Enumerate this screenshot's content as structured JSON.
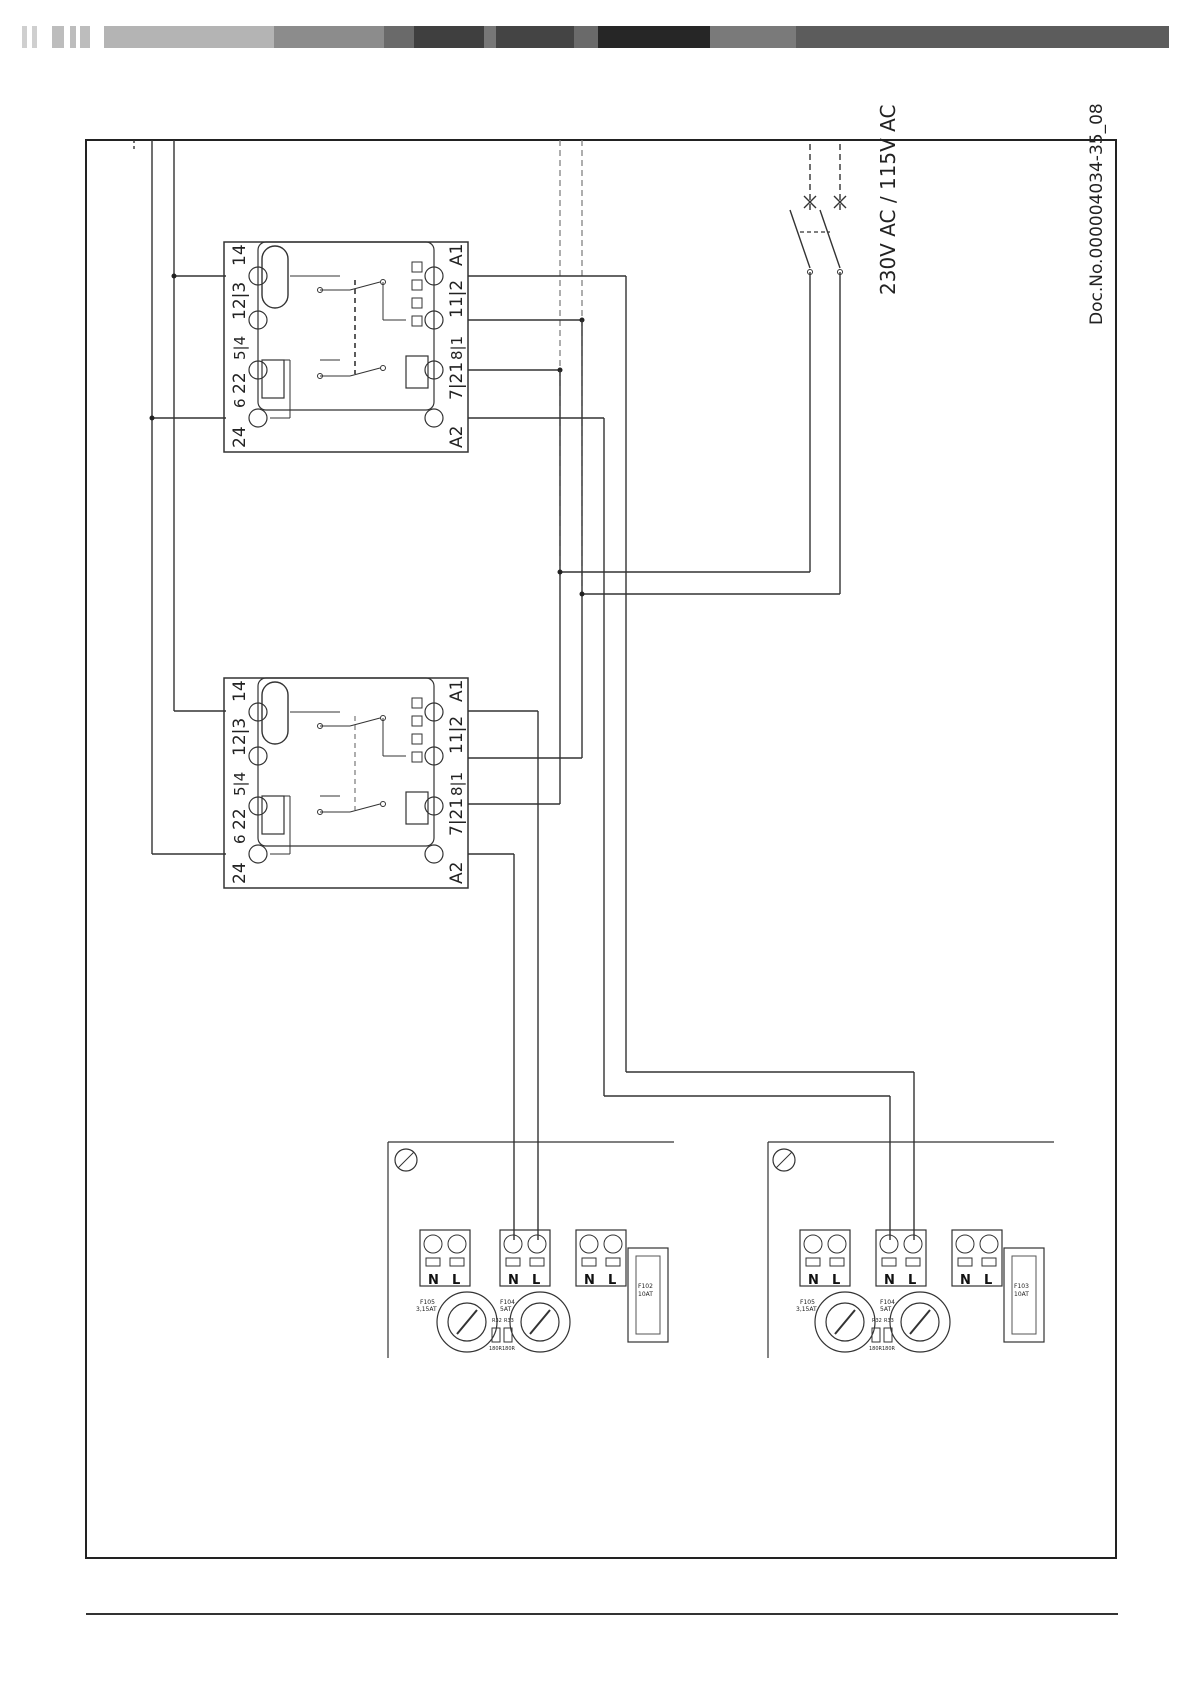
{
  "document": {
    "doc_number": "Doc.No.000004034-35_08",
    "supply_label": "230V AC / 115V AC"
  },
  "colors": {
    "line": "#222222",
    "thin_line": "#444444",
    "dashed": "#666666",
    "header_segments": [
      "#c8c8c8",
      "#a8a8a8",
      "#8a8a8a",
      "#6b6b6b",
      "#3c3c3c",
      "#555555",
      "#222222",
      "#777777",
      "#5a5a5a"
    ]
  },
  "relays": [
    {
      "id": "relay-1",
      "left_terminals": [
        "14",
        "12|3",
        "5|4",
        "22",
        "6",
        "24"
      ],
      "right_terminals": [
        "A1",
        "11|2",
        "8|1",
        "7|21",
        "A2"
      ]
    },
    {
      "id": "relay-2",
      "left_terminals": [
        "14",
        "12|3",
        "5|4",
        "22",
        "6",
        "24"
      ],
      "right_terminals": [
        "A1",
        "11|2",
        "8|1",
        "7|21",
        "A2"
      ]
    }
  ],
  "boards": [
    {
      "id": "board-1",
      "terminal_labels": [
        "N",
        "L",
        "N",
        "L",
        "N",
        "L"
      ],
      "fuse_labels": [
        "F105\n3,15AT",
        "F104\n5AT",
        "F102\n10AT"
      ],
      "small_labels": [
        "R32",
        "R33",
        "180R",
        "180R"
      ]
    },
    {
      "id": "board-2",
      "terminal_labels": [
        "N",
        "L",
        "N",
        "L",
        "N",
        "L"
      ],
      "fuse_labels": [
        "F105\n3,15AT",
        "F104\n5AT",
        "F103\n10AT"
      ],
      "small_labels": [
        "R32",
        "R33",
        "180R",
        "180R"
      ]
    }
  ]
}
